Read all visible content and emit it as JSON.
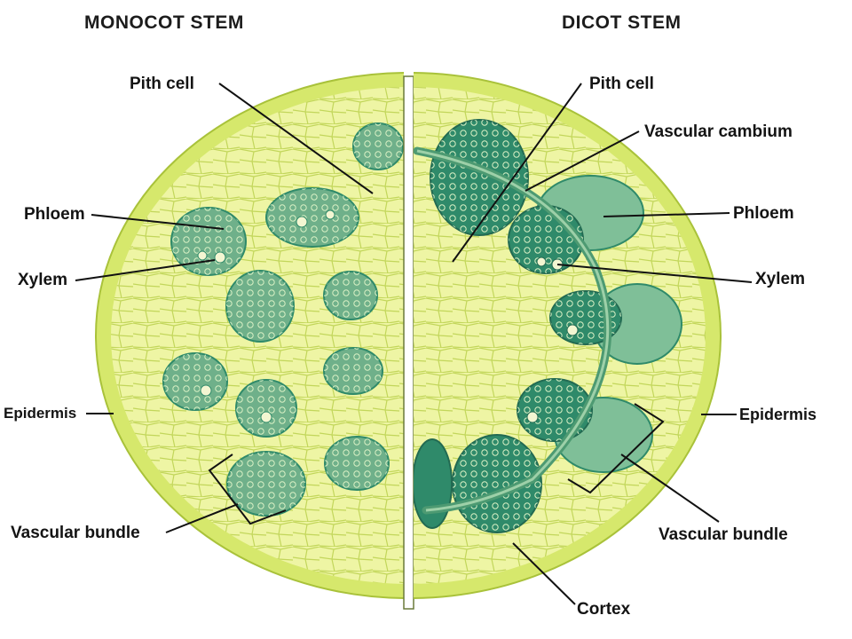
{
  "titles": {
    "left": "MONOCOT STEM",
    "right": "DICOT STEM"
  },
  "monocot": {
    "pith_cell": "Pith cell",
    "phloem": "Phloem",
    "xylem": "Xylem",
    "epidermis": "Epidermis",
    "vascular_bundle": "Vascular bundle"
  },
  "dicot": {
    "pith_cell": "Pith cell",
    "vascular_cambium": "Vascular cambium",
    "phloem": "Phloem",
    "xylem": "Xylem",
    "epidermis": "Epidermis",
    "vascular_bundle": "Vascular bundle",
    "cortex": "Cortex"
  },
  "colors": {
    "tissue_fill": "#eef5a4",
    "tissue_edge": "#bcd24a",
    "epidermis_band": "#d6e86c",
    "bundle_fill": "#6fb08a",
    "bundle_dark": "#2f8a6a",
    "cambium_ring": "#4d9a72",
    "leader_line": "#111111"
  }
}
